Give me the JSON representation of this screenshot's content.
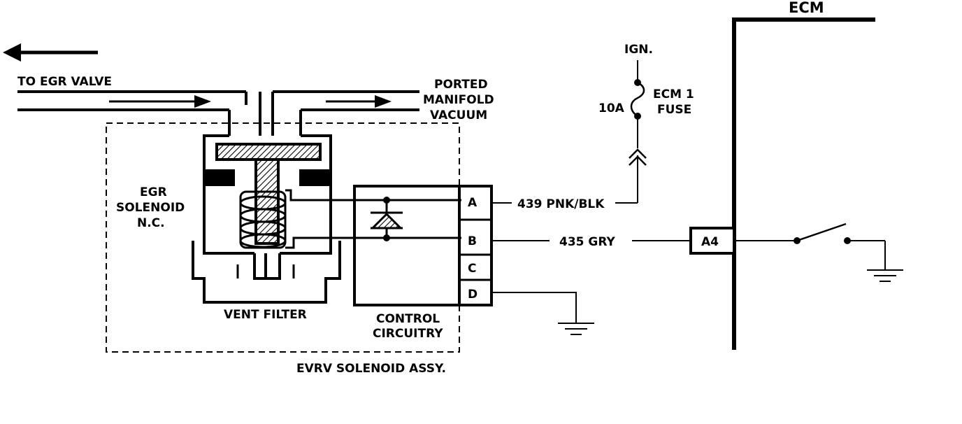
{
  "labels": {
    "to_egr_valve": "TO EGR VALVE",
    "ported": "PORTED",
    "manifold": "MANIFOLD",
    "vacuum": "VACUUM",
    "egr": "EGR",
    "solenoid": "SOLENOID",
    "nc": "N.C.",
    "vent_filter": "VENT FILTER",
    "control": "CONTROL",
    "circuitry": "CIRCUITRY",
    "evrv_assy": "EVRV SOLENOID ASSY.",
    "ign": "IGN.",
    "ecm1": "ECM 1",
    "fuse": "FUSE",
    "fuse_rating": "10A",
    "ecm": "ECM",
    "wire_a": "439 PNK/BLK",
    "wire_b": "435 GRY",
    "ecm_pin": "A4"
  },
  "connector_pins": [
    "A",
    "B",
    "C",
    "D"
  ],
  "colors": {
    "ink": "#000000",
    "background": "#ffffff"
  }
}
